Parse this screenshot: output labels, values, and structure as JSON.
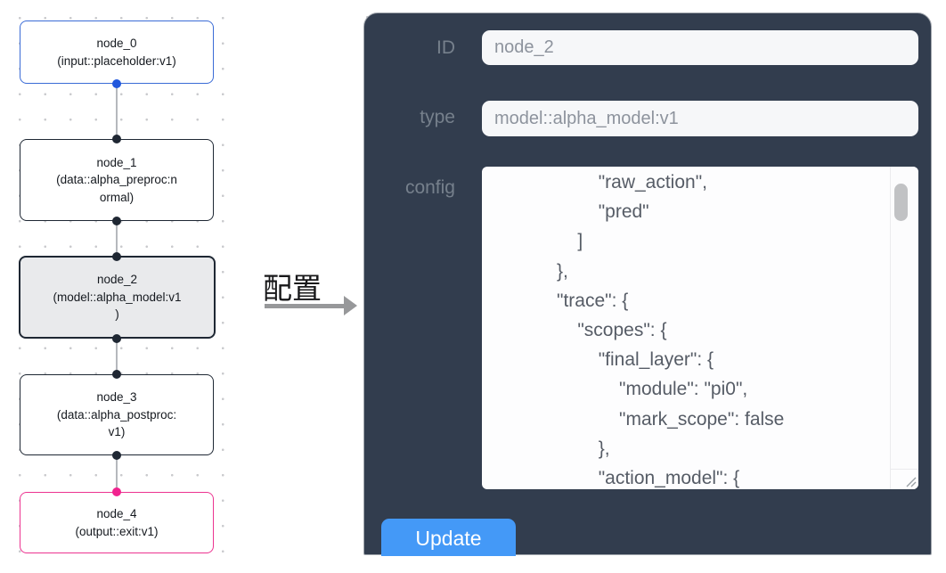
{
  "flow": {
    "nodes": [
      {
        "id": "node_0",
        "role": "input",
        "selected": false,
        "lines": [
          "node_0",
          "(input::placeholder:v1)"
        ]
      },
      {
        "id": "node_1",
        "role": "process",
        "selected": false,
        "lines": [
          "node_1",
          "(data::alpha_preproc:n",
          "ormal)"
        ]
      },
      {
        "id": "node_2",
        "role": "process",
        "selected": true,
        "lines": [
          "node_2",
          "(model::alpha_model:v1",
          ")"
        ]
      },
      {
        "id": "node_3",
        "role": "process",
        "selected": false,
        "lines": [
          "node_3",
          "(data::alpha_postproc:",
          "v1)"
        ]
      },
      {
        "id": "node_4",
        "role": "output",
        "selected": false,
        "lines": [
          "node_4",
          "(output::exit:v1)"
        ]
      }
    ]
  },
  "transition": {
    "label": "配置"
  },
  "panel": {
    "id_label": "ID",
    "id_value": "node_2",
    "type_label": "type",
    "type_value": "model::alpha_model:v1",
    "config_label": "config",
    "config_text": "                    \"raw_action\",\n                    \"pred\"\n                ]\n            },\n            \"trace\": {\n                \"scopes\": {\n                    \"final_layer\": {\n                        \"module\": \"pi0\",\n                        \"mark_scope\": false\n                    },\n                    \"action_model\": {",
    "update_label": "Update"
  },
  "colors": {
    "panel_bg": "#323d4e",
    "button_blue": "#4499f7",
    "input_node_border": "#3a6bd6",
    "output_node_border": "#ec3390",
    "default_node_border": "#1e2733",
    "selected_node_bg": "#e9eaec",
    "port_blue": "#2158dd",
    "port_pink": "#f1238f",
    "port_dark": "#1f2733"
  }
}
